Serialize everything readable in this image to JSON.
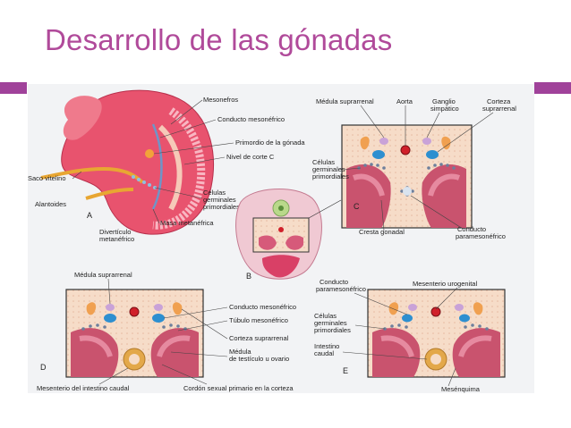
{
  "slide": {
    "title": "Desarrollo de las gónadas",
    "accent_color": "#a0429a",
    "title_color": "#b04a9a"
  },
  "figure": {
    "panel_letters": {
      "a": "A",
      "b": "B",
      "c": "C",
      "d": "D",
      "e": "E"
    },
    "panel_a": {
      "mesonefros": "Mesonefros",
      "conducto_mesonefrico": "Conducto mesonéfrico",
      "primordio_gonada": "Primordio de la gónada",
      "nivel_corte": "Nivel de corte C",
      "saco_vitelino": "Saco vitelino",
      "celulas_1": "Células",
      "celulas_2": "germinales",
      "celulas_3": "primordiales",
      "alantoides": "Alantoides",
      "masa_metanefrica": "Masa metanéfrica",
      "diverticulo_1": "Divertículo",
      "diverticulo_2": "metanéfrico"
    },
    "panel_c": {
      "medula_suprarrenal": "Médula suprarrenal",
      "aorta": "Aorta",
      "ganglio_1": "Ganglio",
      "ganglio_2": "simpático",
      "corteza_1": "Corteza",
      "corteza_2": "suprarrenal",
      "celulas_1": "Células",
      "celulas_2": "germinales",
      "celulas_3": "primordiales",
      "cresta_gonadal": "Cresta gonadal",
      "conducto_1": "Conducto",
      "conducto_2": "paramesonéfrico"
    },
    "panel_d": {
      "medula_suprarrenal": "Médula suprarrenal",
      "conducto_mesonefrico": "Conducto mesonéfrico",
      "tubulo_mesonefrico": "Túbulo mesonéfrico",
      "corteza_suprarrenal": "Corteza suprarrenal",
      "medula_testiculo_1": "Médula",
      "medula_testiculo_2": "de testículo u ovario",
      "mesenterio_intestino": "Mesenterio del intestino caudal",
      "cordon_sexual": "Cordón sexual primario en la corteza"
    },
    "panel_e": {
      "conducto_1": "Conducto",
      "conducto_2": "paramesonéfrico",
      "mesenterio_urogenital": "Mesenterio urogenital",
      "celulas_1": "Células",
      "celulas_2": "germinales",
      "celulas_3": "primordiales",
      "intestino_1": "Intestino",
      "intestino_2": "caudal",
      "mesenquima": "Mesénquima"
    }
  }
}
